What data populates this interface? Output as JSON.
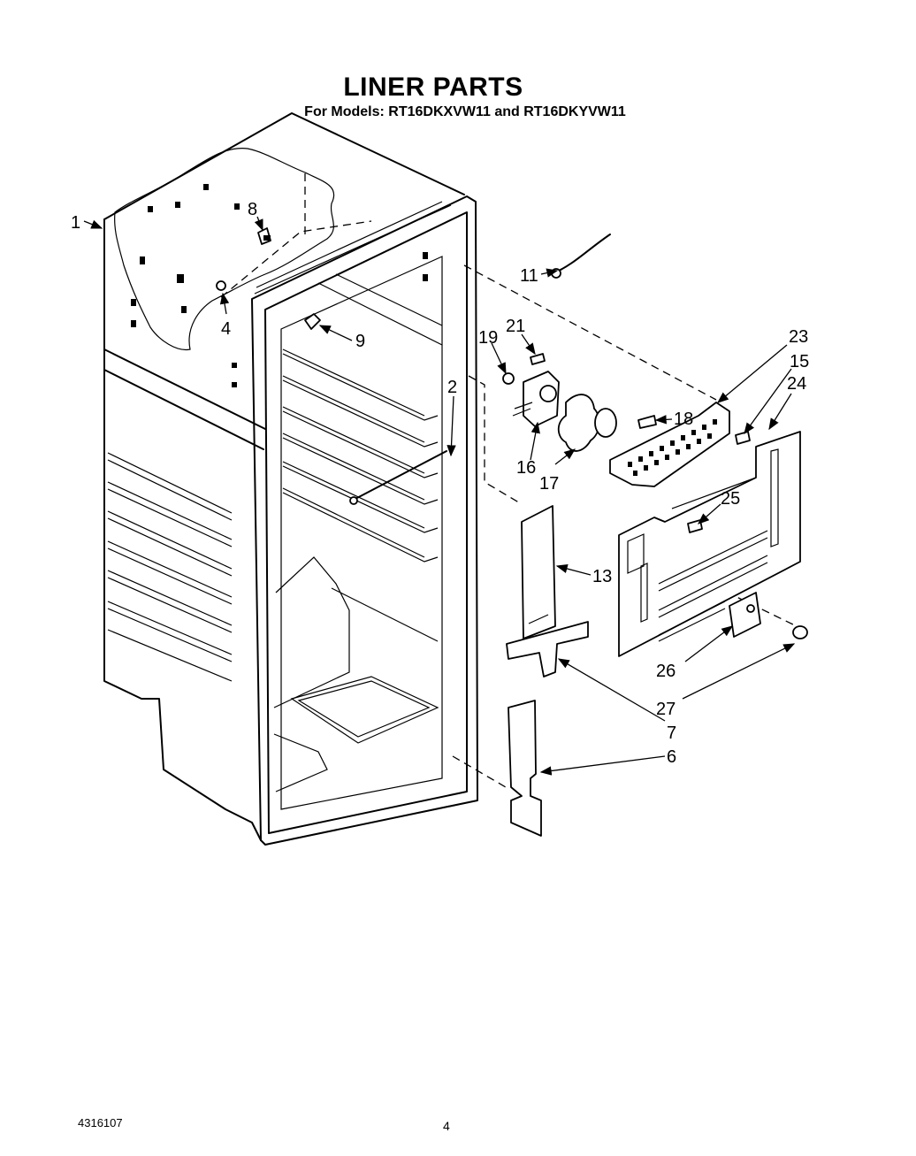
{
  "header": {
    "title": "LINER PARTS",
    "subtitle": "For Models: RT16DKXVW11 and RT16DKYVW11"
  },
  "callouts": [
    "1",
    "8",
    "4",
    "9",
    "2",
    "11",
    "21",
    "19",
    "23",
    "15",
    "24",
    "18",
    "16",
    "17",
    "25",
    "13",
    "26",
    "27",
    "7",
    "6"
  ],
  "footer": {
    "document_number": "4316107",
    "page_number": "4"
  }
}
